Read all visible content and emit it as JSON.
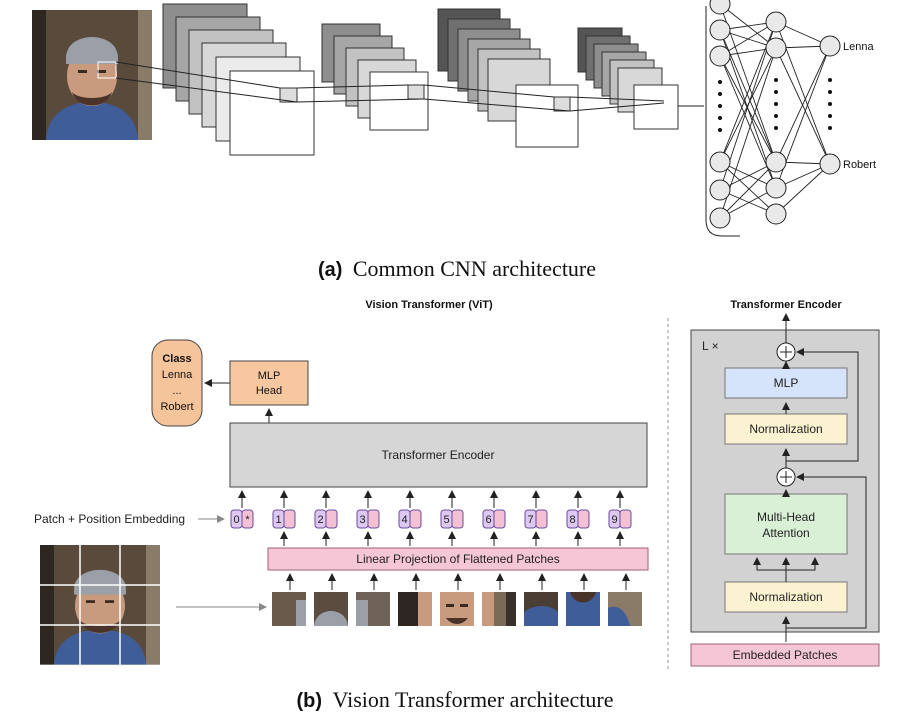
{
  "panel_a": {
    "caption_prefix": "(a)",
    "caption_text": "Common CNN architecture",
    "output_labels": [
      "Lenna",
      "Robert"
    ]
  },
  "panel_b": {
    "caption_prefix": "(b)",
    "caption_text": "Vision Transformer architecture",
    "vit_title": "Vision Transformer (ViT)",
    "class_box": {
      "title": "Class",
      "lines": [
        "Lenna",
        "...",
        "Robert"
      ]
    },
    "mlp_head": [
      "MLP",
      "Head"
    ],
    "transformer_encoder": "Transformer Encoder",
    "embedding_label": "Patch + Position Embedding",
    "tokens": [
      "0",
      "1",
      "2",
      "3",
      "4",
      "5",
      "6",
      "7",
      "8",
      "9"
    ],
    "cls_marker": "*",
    "linear_projection": "Linear Projection of Flattened Patches"
  },
  "encoder_detail": {
    "title": "Transformer Encoder",
    "repeat": "L ×",
    "mlp": "MLP",
    "norm_top": "Normalization",
    "attention": [
      "Multi-Head",
      "Attention"
    ],
    "norm_bottom": "Normalization",
    "embedded": "Embedded Patches"
  },
  "colors": {
    "class_fill": "#f6c49a",
    "mlp_head_fill": "#f7c8a0",
    "encoder_fill": "#d6d6d6",
    "token_fill": "#dcc8f0",
    "token_pos_fill": "#f3c1d3",
    "projection_fill": "#f4c6d6",
    "mlp_fill": "#d5e3fb",
    "norm_fill": "#fbf2d2",
    "attention_fill": "#d9efd6",
    "embedded_fill": "#f4c6d6",
    "face_skin": "#c89a7e",
    "hoodie": "#3f5d99",
    "beanie": "#9a9fa8"
  }
}
